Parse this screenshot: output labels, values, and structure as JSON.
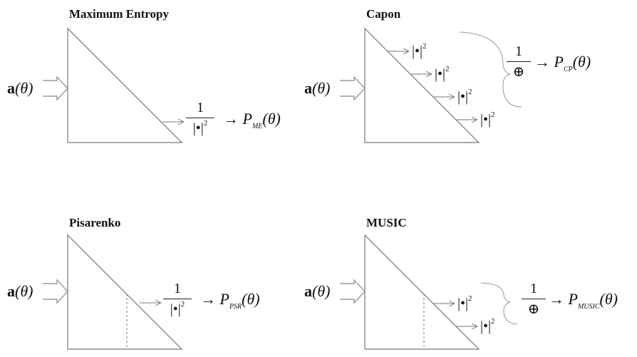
{
  "panels": [
    {
      "id": "maximum-entropy",
      "title": "Maximum Entropy",
      "input_label_a": "a",
      "input_label_theta": "(θ)",
      "numerator": "1",
      "denominator": "|•|",
      "exponent": "2",
      "arrow": "→",
      "output_p": "P",
      "output_sub": "ME",
      "output_arg": "(θ)"
    },
    {
      "id": "capon",
      "title": "Capon",
      "input_label_a": "a",
      "input_label_theta": "(θ)",
      "abs_terms": [
        "|•|",
        "|•|",
        "|•|",
        "|•|"
      ],
      "exponent": "2",
      "numerator": "1",
      "denominator": "⊕",
      "arrow": "→",
      "output_p": "P",
      "output_sub": "CP",
      "output_arg": "(θ)"
    },
    {
      "id": "pisarenko",
      "title": "Pisarenko",
      "input_label_a": "a",
      "input_label_theta": "(θ)",
      "numerator": "1",
      "denominator": "|•|",
      "exponent": "2",
      "arrow": "→",
      "output_p": "P",
      "output_sub": "PSR",
      "output_arg": "(θ)"
    },
    {
      "id": "music",
      "title": "MUSIC",
      "input_label_a": "a",
      "input_label_theta": "(θ)",
      "abs_terms": [
        "|•|",
        "|•|"
      ],
      "exponent": "2",
      "numerator": "1",
      "denominator": "⊕",
      "arrow": "→",
      "output_p": "P",
      "output_sub": "MUSIC",
      "output_arg": "(θ)"
    }
  ]
}
